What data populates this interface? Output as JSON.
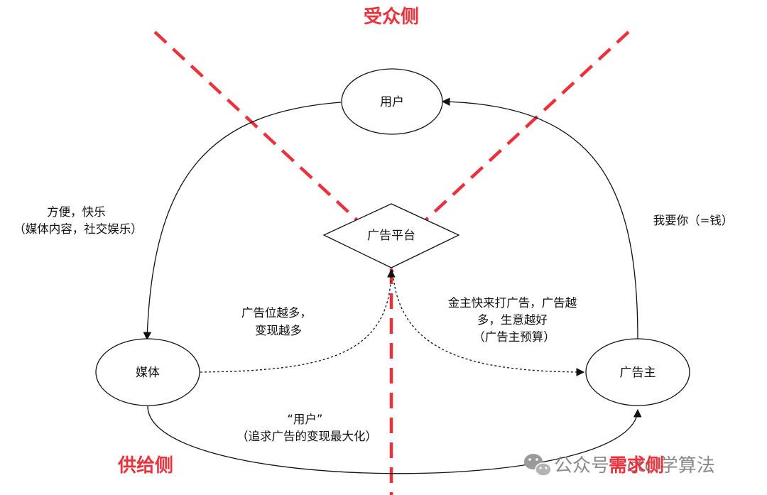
{
  "colors": {
    "accent_red": "#e8323c",
    "line": "#111111",
    "watermark": "#8a8a8a"
  },
  "zones": {
    "audience": "受众侧",
    "supply": "供给侧",
    "demand": "需求侧"
  },
  "nodes": {
    "user": "用户",
    "platform": "广告平台",
    "media": "媒体",
    "advertiser": "广告主"
  },
  "edges": {
    "user_to_media": [
      "方便，快乐",
      "（媒体内容，社交娱乐）"
    ],
    "advertiser_to_user": [
      "我要你（=钱）"
    ],
    "media_to_platform": [
      "广告位越多，",
      "变现越多"
    ],
    "platform_to_advertiser": [
      "金主快来打广告，广告越",
      "多，生意越好",
      "（广告主预算）"
    ],
    "media_to_advertiser": [
      "“用户”",
      "（追求广告的变现最大化）"
    ]
  },
  "watermark": {
    "icon": "wechat-icon",
    "text": "公众号 · ctci学算法"
  }
}
